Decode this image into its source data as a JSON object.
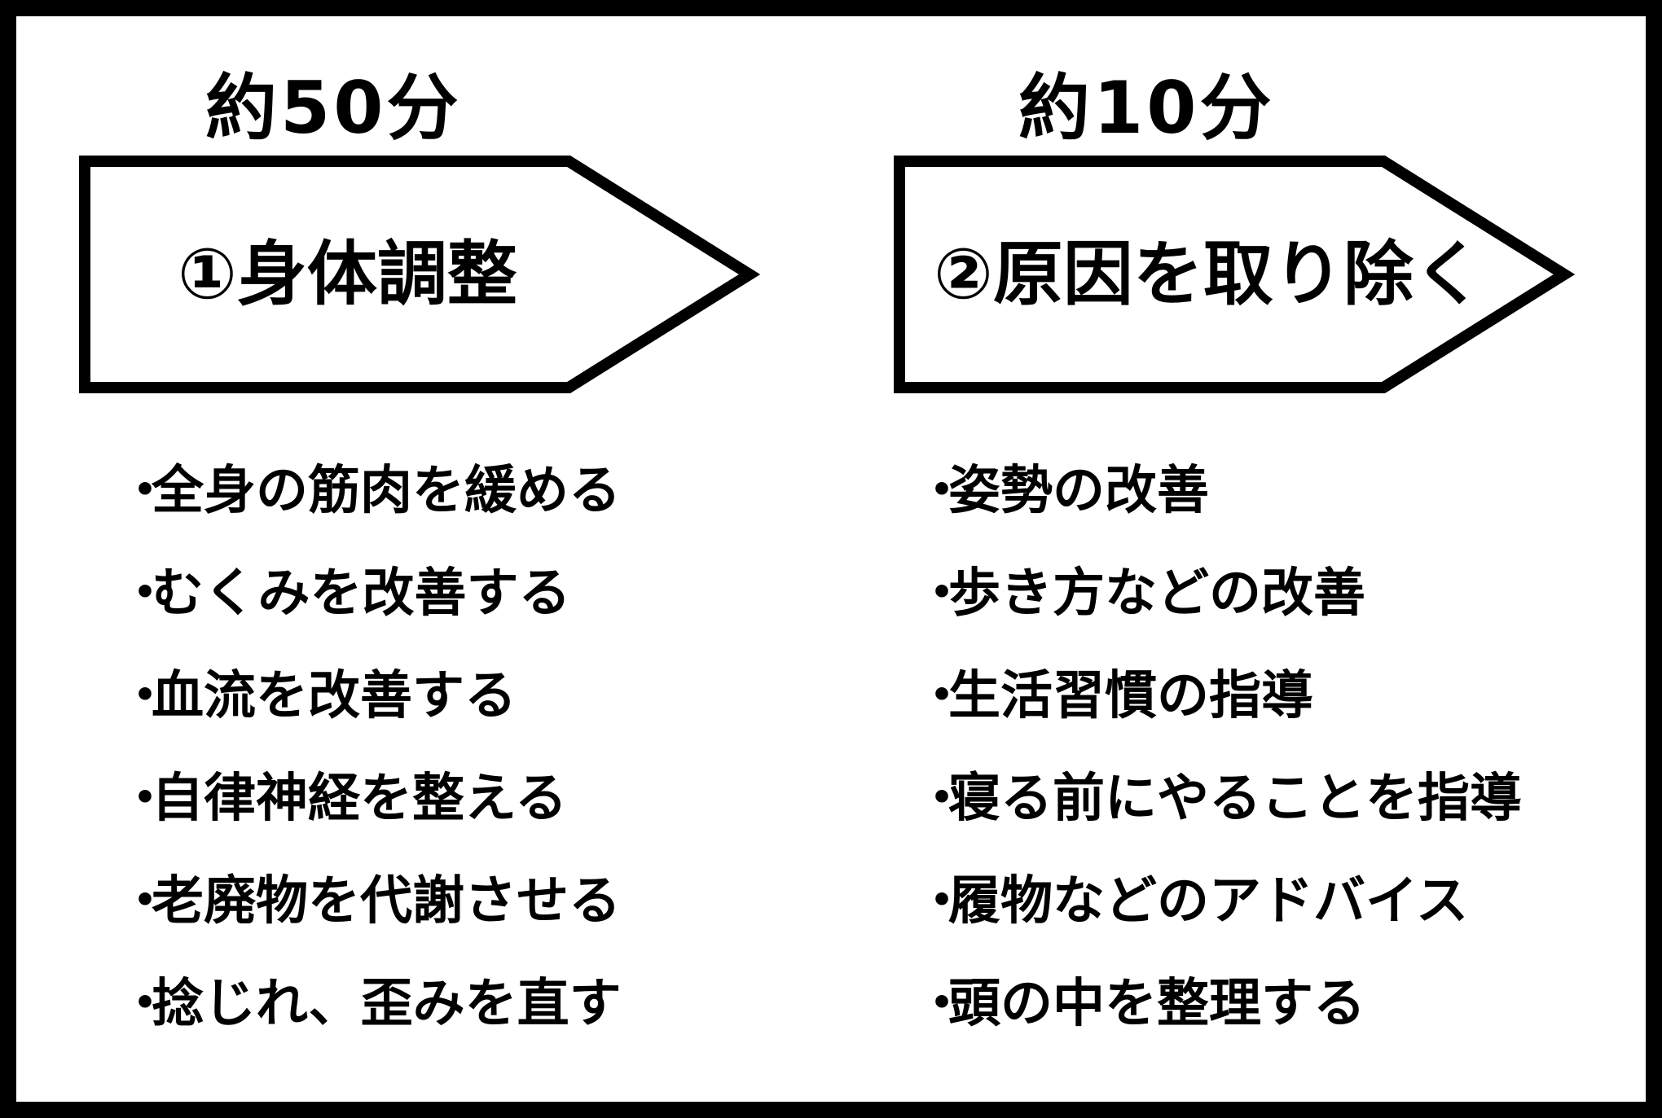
{
  "columns": [
    {
      "duration": "約50分",
      "step_title": "①身体調整",
      "items": [
        "全身の筋肉を緩める",
        "むくみを改善する",
        "血流を改善する",
        "自律神経を整える",
        "老廃物を代謝させる",
        "捻じれ、歪みを直す"
      ]
    },
    {
      "duration": "約10分",
      "step_title": "②原因を取り除く",
      "items": [
        "姿勢の改善",
        "歩き方などの改善",
        "生活習慣の指導",
        "寝る前にやることを指導",
        "履物などのアドバイス",
        "頭の中を整理する"
      ]
    }
  ],
  "bullet_glyph": "・",
  "colors": {
    "frame": "#000000",
    "background": "#ffffff",
    "text": "#000000"
  }
}
